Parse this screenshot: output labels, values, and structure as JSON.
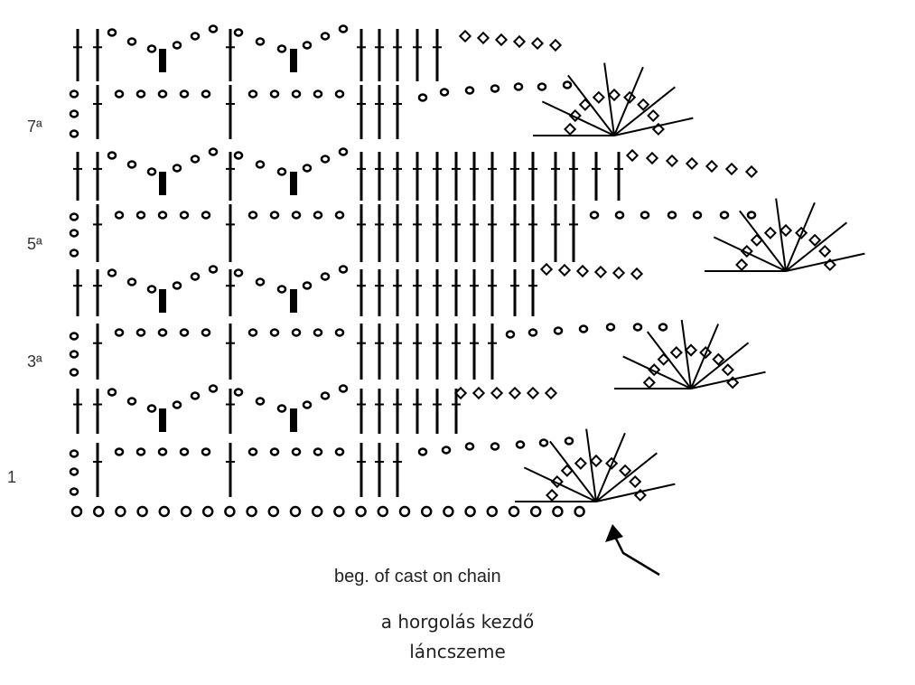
{
  "row_labels": [
    "7ª",
    "5ª",
    "3ª",
    "1"
  ],
  "annotation": {
    "text": "beg. of cast on chain"
  },
  "caption": {
    "line1": "a horgolás kezdő",
    "line2": "láncszeme"
  },
  "colors": {
    "ink": "#000000",
    "text": "#333333",
    "background": "#ffffff"
  },
  "symbols": {
    "chain": "oval-icon",
    "double_crochet": "cross-stitch-icon",
    "picot": "diamond-icon",
    "cluster": "filled-rect-icon"
  }
}
